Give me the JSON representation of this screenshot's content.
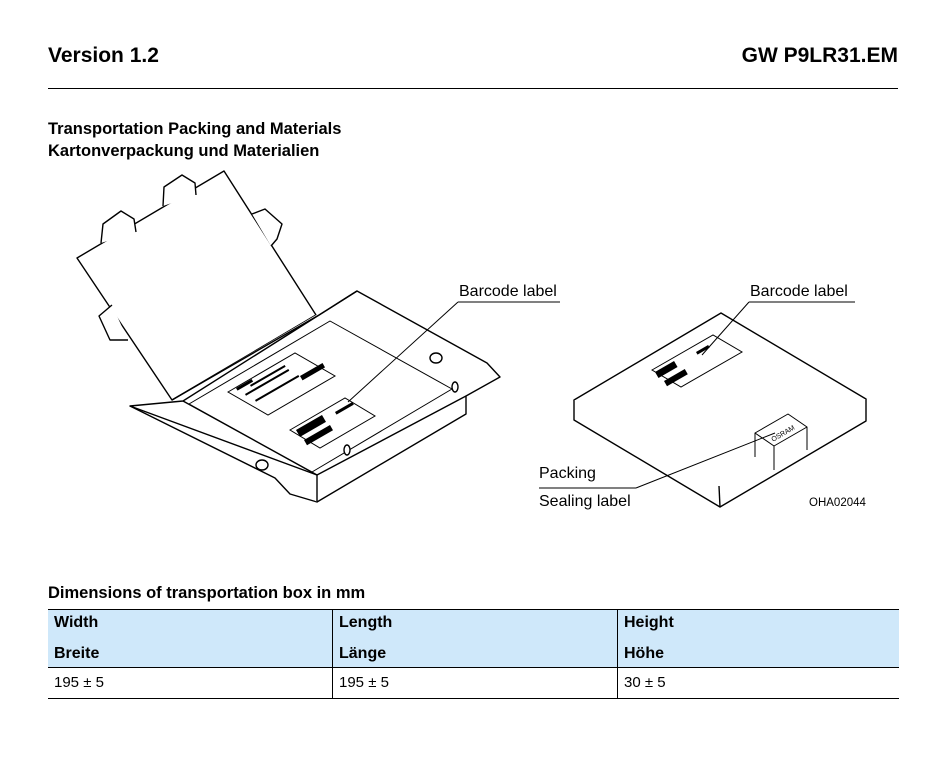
{
  "header": {
    "version": "Version 1.2",
    "part_number": "GW P9LR31.EM"
  },
  "section": {
    "title_en": "Transportation Packing and Materials",
    "title_de": "Kartonverpackung und Materialien"
  },
  "figure": {
    "barcode_label_left": "Barcode label",
    "barcode_label_right": "Barcode label",
    "packing_label_line1": "Packing",
    "packing_label_line2": "Sealing label",
    "drawing_code": "OHA02044",
    "seal_text": "OSRAM"
  },
  "dimensions": {
    "title": "Dimensions of transportation box in mm",
    "columns": [
      {
        "en": "Width",
        "de": "Breite"
      },
      {
        "en": "Length",
        "de": "Länge"
      },
      {
        "en": "Height",
        "de": "Höhe"
      }
    ],
    "values": [
      "195 ± 5",
      "195 ± 5",
      "30 ± 5"
    ]
  }
}
